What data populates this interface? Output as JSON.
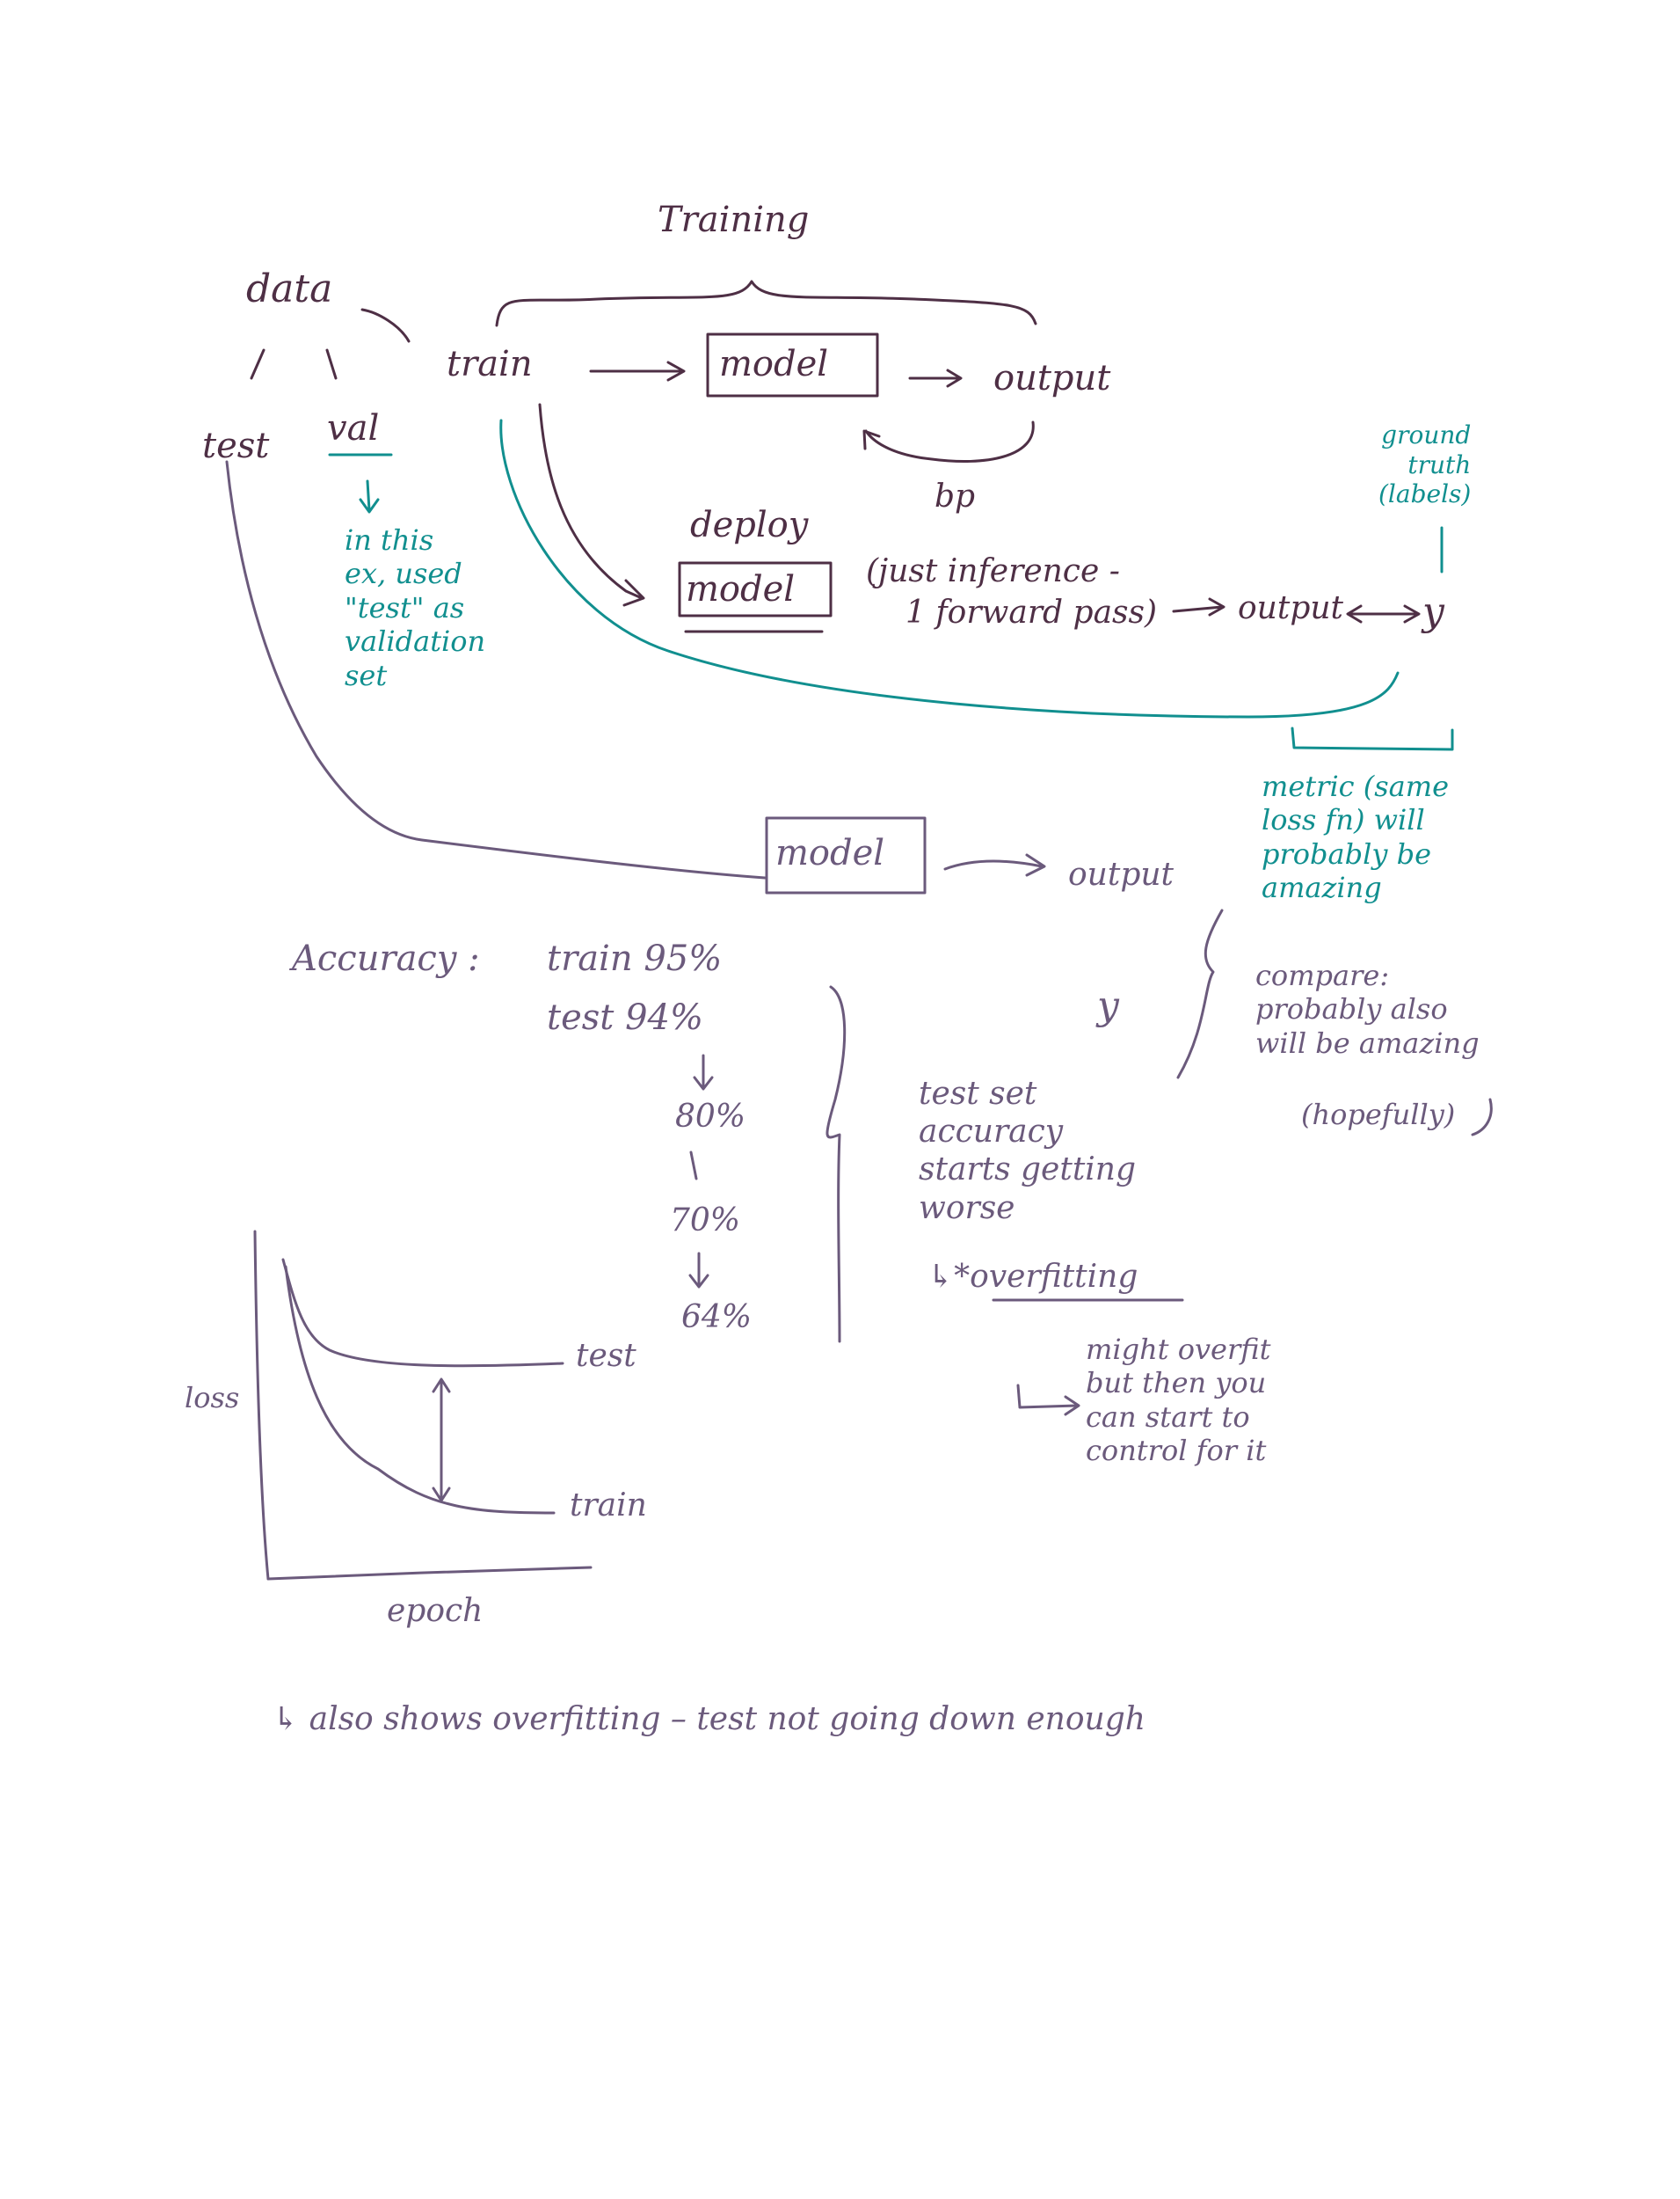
{
  "colors": {
    "ink_dark": "#4e2f45",
    "ink_purple": "#6b5a7c",
    "ink_teal": "#118f8f",
    "background": "#ffffff"
  },
  "labels": {
    "training": "Training",
    "data": "data",
    "train": "train",
    "model_training": "model",
    "output_training": "output",
    "bp": "bp",
    "test": "test",
    "val": "val",
    "val_note": "in this\nex, used\n\"test\" as\nvalidation\nset",
    "deploy": "deploy",
    "model_deploy": "model",
    "inference_note_1": "(just inference -",
    "inference_note_2": "1 forward pass)",
    "output_deploy": "output",
    "y_deploy": "y",
    "ground_truth": "ground\ntruth\n(labels)",
    "metric_note": "metric (same\nloss fn) will\nprobably be\namazing",
    "model_test": "model",
    "output_test": "output",
    "y_test": "y",
    "compare_note": "compare:\nprobably also\nwill be amazing",
    "hopefully": "(hopefully)",
    "accuracy": "Accuracy :",
    "acc_train": "train  95%",
    "acc_test": "test  94%",
    "acc_80": "80%",
    "acc_70": "70%",
    "acc_64": "64%",
    "test_set_note": "test set\naccuracy\nstarts getting\nworse",
    "overfitting": "↳*overfitting",
    "might_overfit": "might overfit\nbut then you\ncan start to\ncontrol for it",
    "chart_test": "test",
    "chart_train": "train",
    "loss": "loss",
    "epoch": "epoch",
    "bottom_note": "↳ also shows overfitting  –  test not going down enough"
  }
}
